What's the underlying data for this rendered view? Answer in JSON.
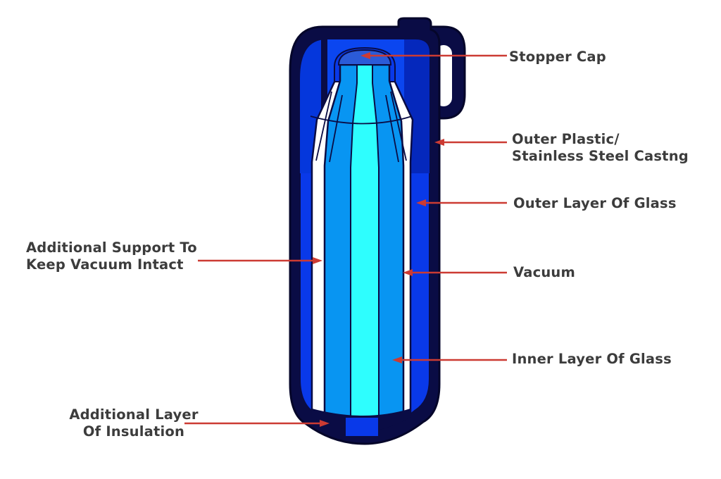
{
  "diagram": {
    "labels": {
      "stopper_cap": "Stopper Cap",
      "outer_casing_1": "Outer Plastic/",
      "outer_casing_2": "Stainless Steel Castng",
      "outer_glass": "Outer Layer Of Glass",
      "vacuum": "Vacuum",
      "inner_glass": "Inner Layer Of Glass",
      "support_1": "Additional Support To",
      "support_2": "Keep Vacuum Intact",
      "insulation_1": "Additional Layer",
      "insulation_2": "Of Insulation"
    },
    "colors": {
      "casing_navy": "#0A0C45",
      "outer_glass_blue": "#0939E9",
      "inner_glass_blue": "#0895F2",
      "interior_cyan": "#2EFEFE",
      "vacuum_white": "#FFFFFF",
      "arrow_red": "#CC3B33",
      "label_text": "#3C3C3C"
    }
  }
}
